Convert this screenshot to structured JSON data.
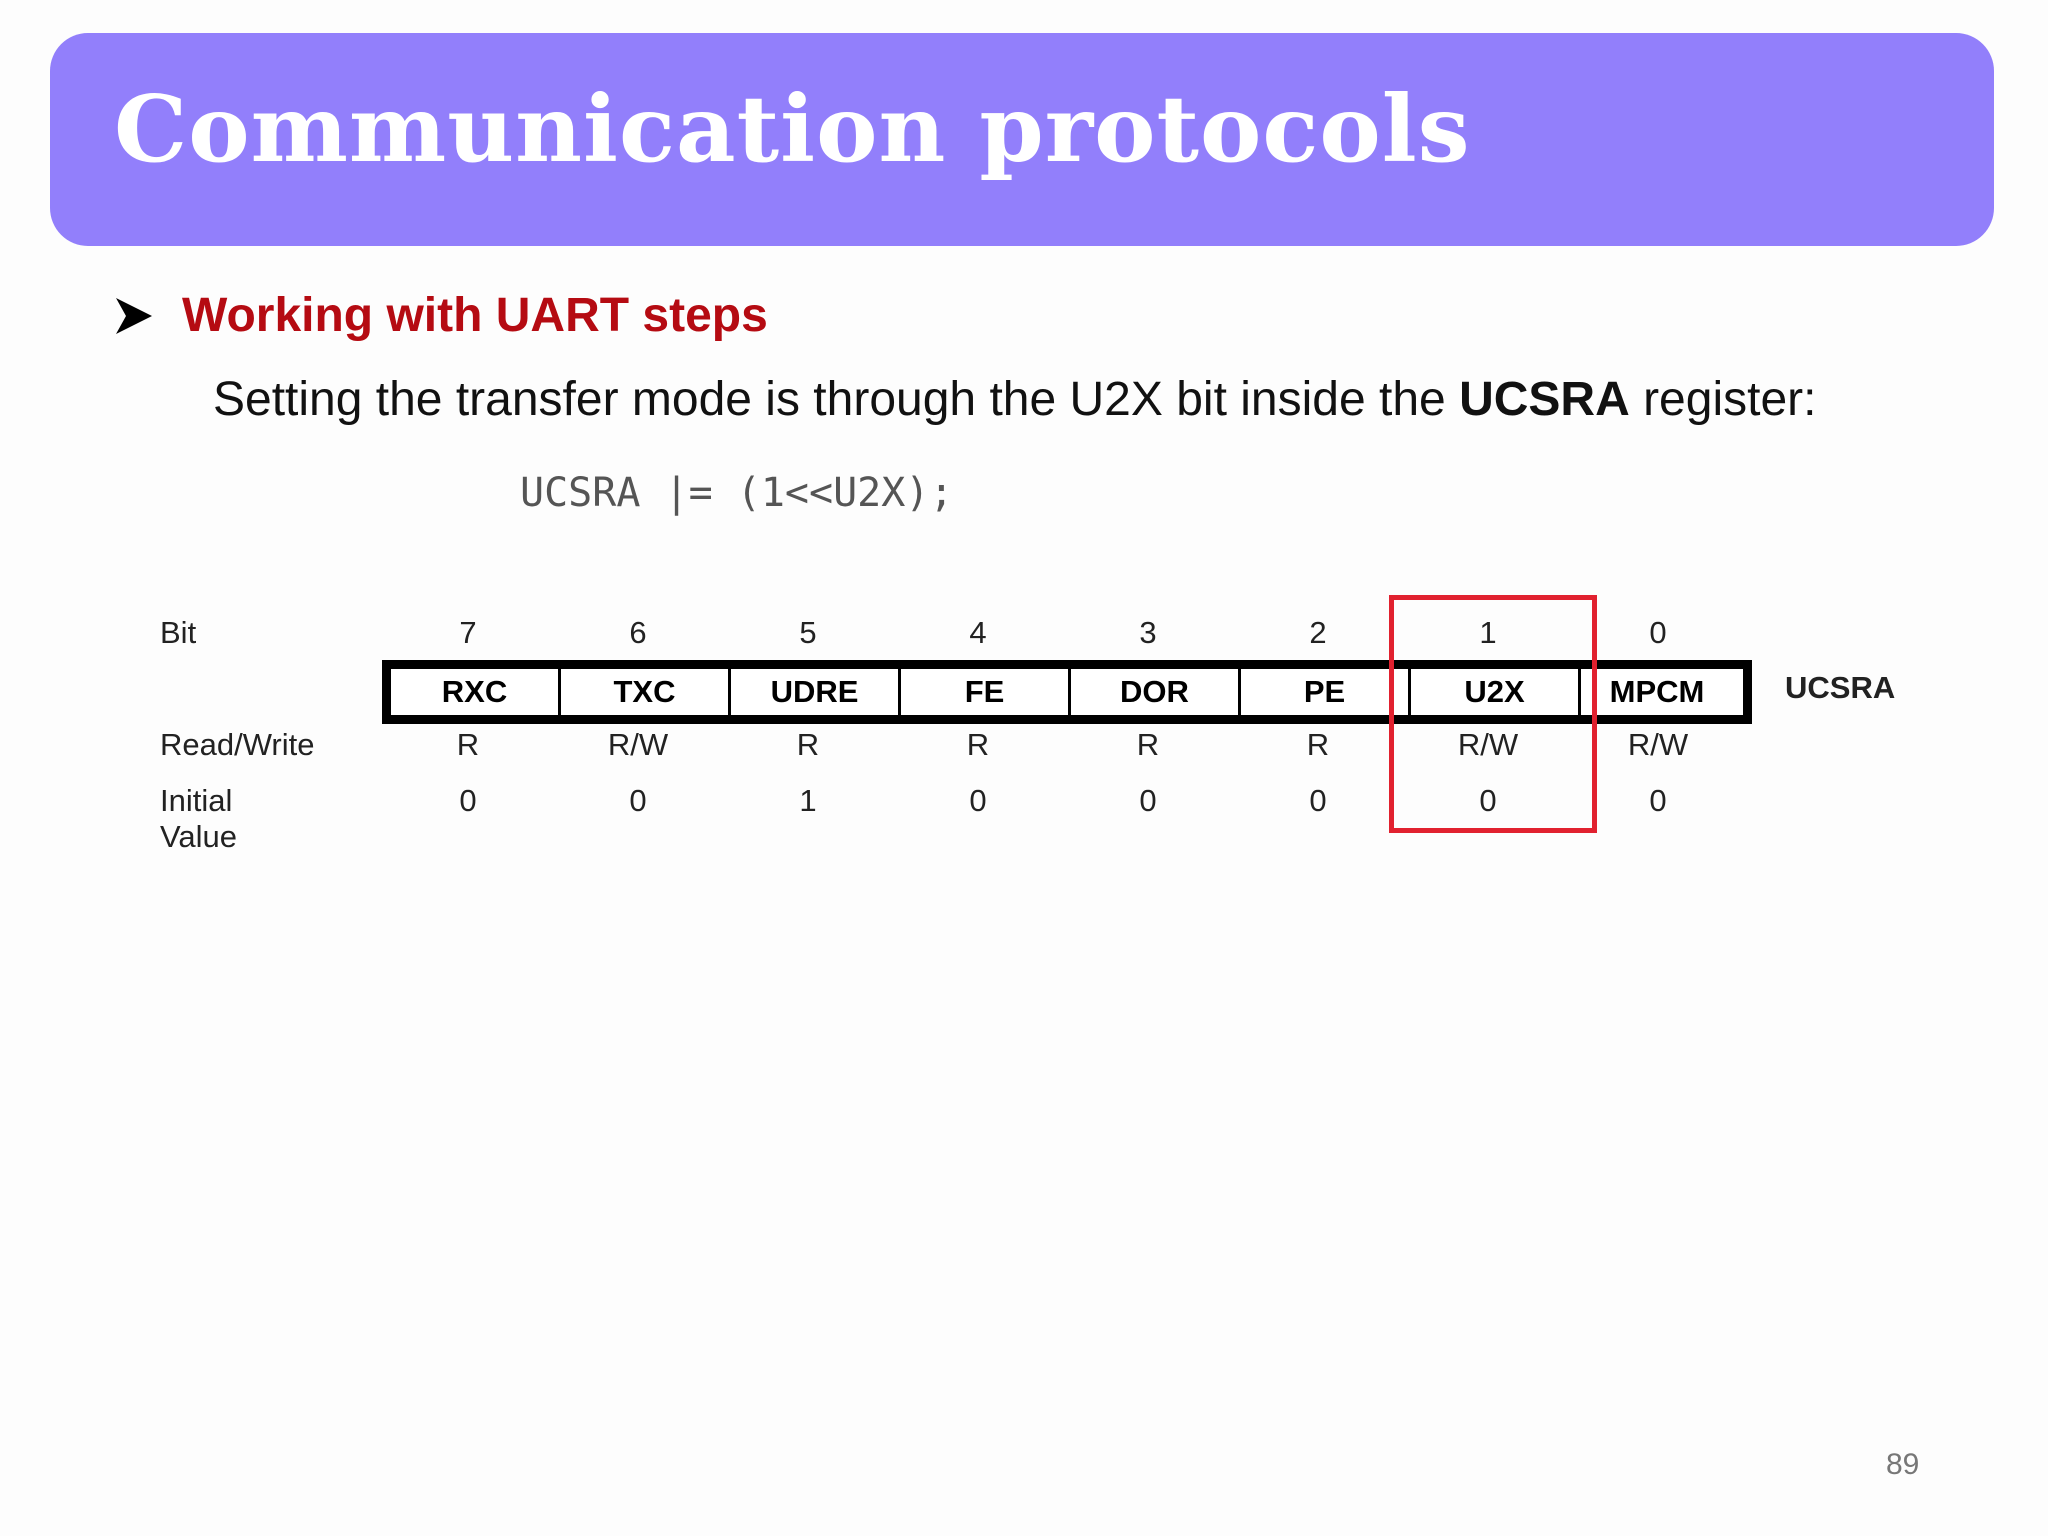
{
  "slide": {
    "title": "Communication protocols",
    "bullet": "Working with UART steps",
    "description_before": "Setting the transfer mode is through the U2X bit inside the ",
    "description_bold": "UCSRA",
    "description_after": " register:",
    "code": "UCSRA |= (1<<U2X);",
    "page_number": "89",
    "colors": {
      "title_bar": "#927ffb",
      "bullet_text": "#b50b12",
      "highlight": "#e1212f"
    },
    "icons": {
      "bullet": "arrowhead-bullet-icon"
    }
  },
  "register": {
    "name": "UCSRA",
    "labels": {
      "bit": "Bit",
      "rw": "Read/Write",
      "init": "Initial Value"
    },
    "bits": [
      {
        "bit": "7",
        "name": "RXC",
        "rw": "R",
        "init": "0"
      },
      {
        "bit": "6",
        "name": "TXC",
        "rw": "R/W",
        "init": "0"
      },
      {
        "bit": "5",
        "name": "UDRE",
        "rw": "R",
        "init": "1"
      },
      {
        "bit": "4",
        "name": "FE",
        "rw": "R",
        "init": "0"
      },
      {
        "bit": "3",
        "name": "DOR",
        "rw": "R",
        "init": "0"
      },
      {
        "bit": "2",
        "name": "PE",
        "rw": "R",
        "init": "0"
      },
      {
        "bit": "1",
        "name": "U2X",
        "rw": "R/W",
        "init": "0"
      },
      {
        "bit": "0",
        "name": "MPCM",
        "rw": "R/W",
        "init": "0"
      }
    ],
    "highlighted_bit": "U2X"
  }
}
